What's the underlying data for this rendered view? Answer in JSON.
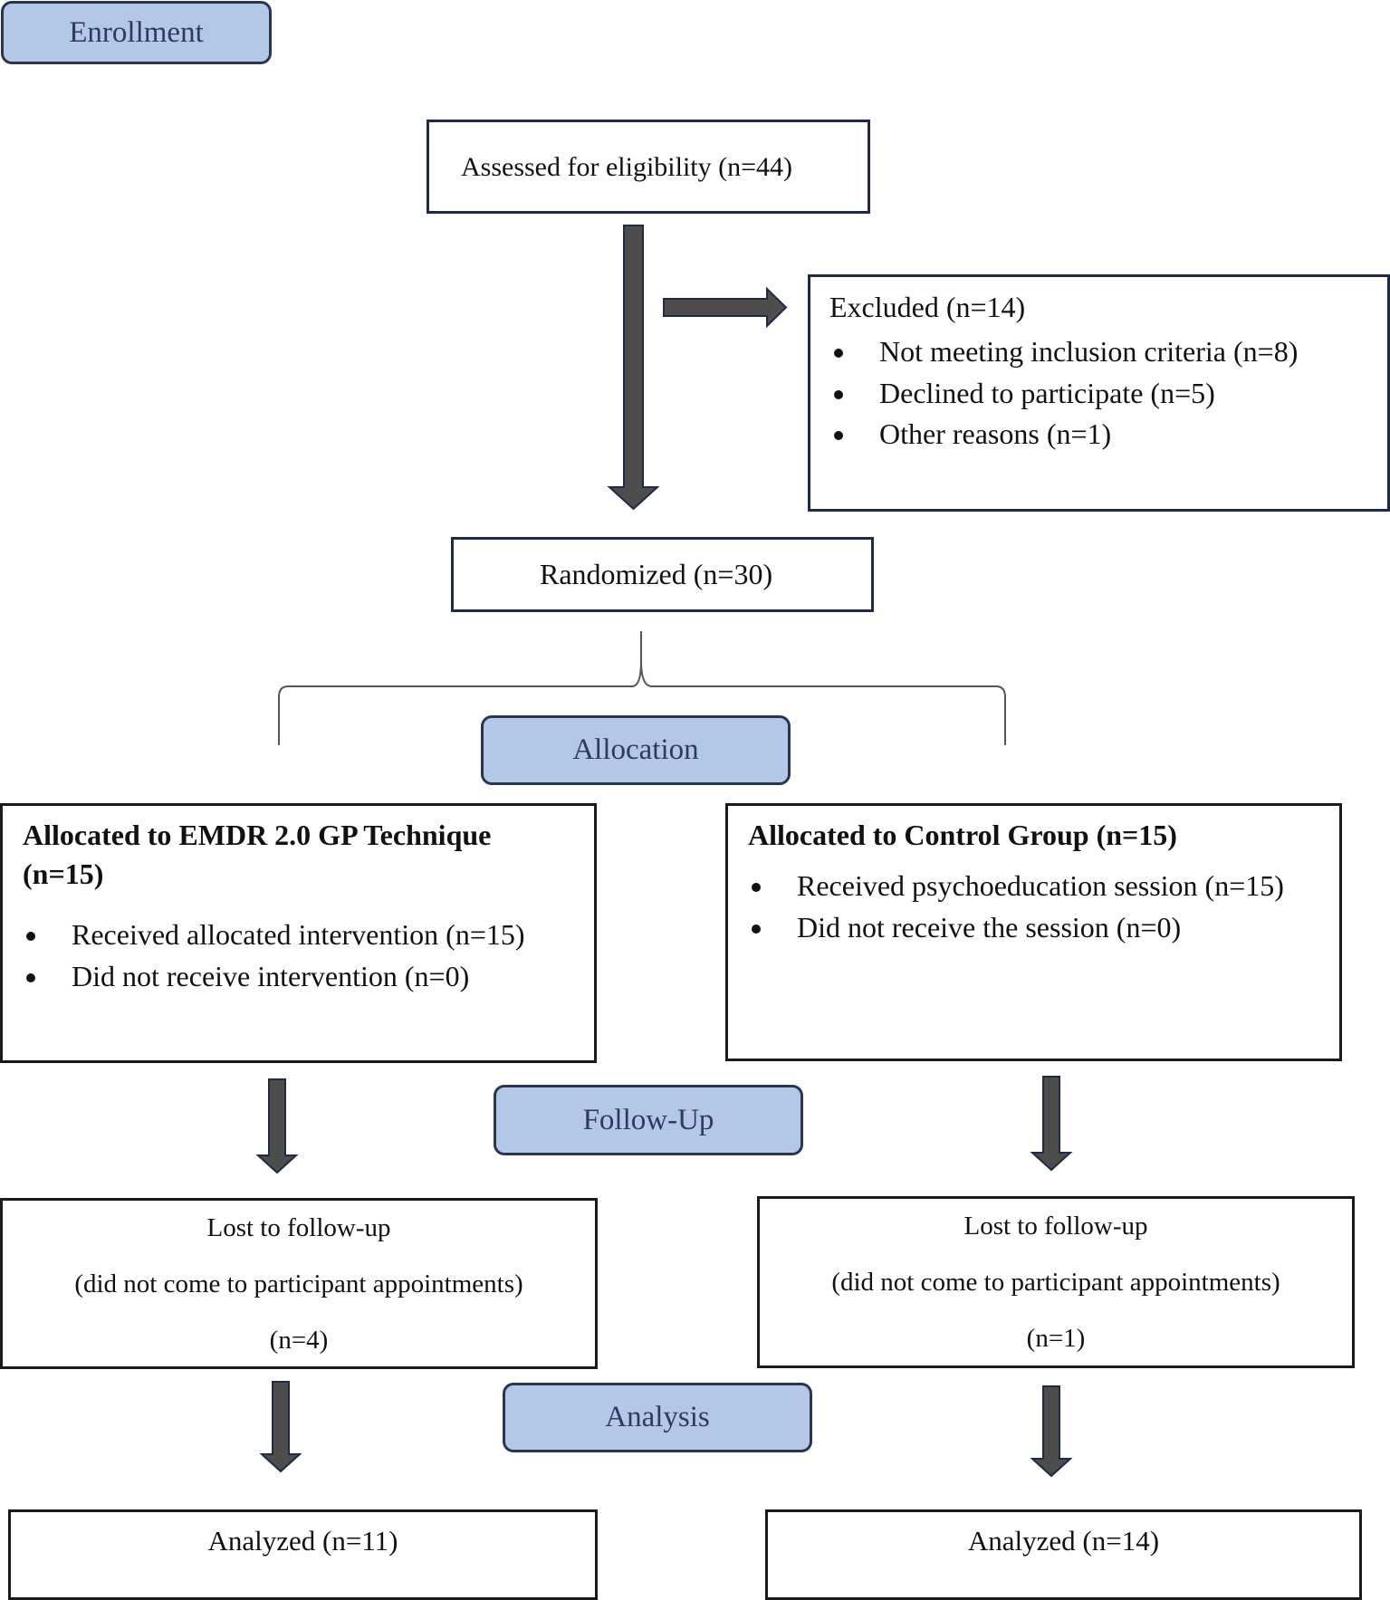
{
  "stages": {
    "enrollment": "Enrollment",
    "allocation": "Allocation",
    "follow_up": "Follow-Up",
    "analysis": "Analysis"
  },
  "assessed": "Assessed for eligibility (n=44)",
  "excluded": {
    "title": "Excluded (n=14)",
    "reasons": [
      "Not meeting inclusion criteria (n=8)",
      "Declined to participate (n=5)",
      "Other reasons (n=1)"
    ]
  },
  "randomized": "Randomized (n=30)",
  "intervention_arm": {
    "title_line1": "Allocated to EMDR 2.0 GP Technique",
    "title_line2": "(n=15)",
    "items": [
      "Received allocated intervention (n=15)",
      "Did not receive intervention (n=0)"
    ],
    "lost_title": "Lost to follow-up",
    "lost_reason": "(did not come to participant appointments)",
    "lost_count": "(n=4)",
    "analyzed": "Analyzed (n=11)"
  },
  "control_arm": {
    "title": "Allocated to Control Group (n=15)",
    "items": [
      "Received psychoeducation session (n=15)",
      "Did not receive the session (n=0)"
    ],
    "lost_title": "Lost to follow-up",
    "lost_reason": "(did not come to participant appointments)",
    "lost_count": "(n=1)",
    "analyzed": "Analyzed (n=14)"
  },
  "colors": {
    "stage_fill": "#b4c7e7",
    "stage_text": "#2e3a63",
    "arrow_fill": "#4d4d4d",
    "arrow_stroke": "#1f2a44"
  }
}
